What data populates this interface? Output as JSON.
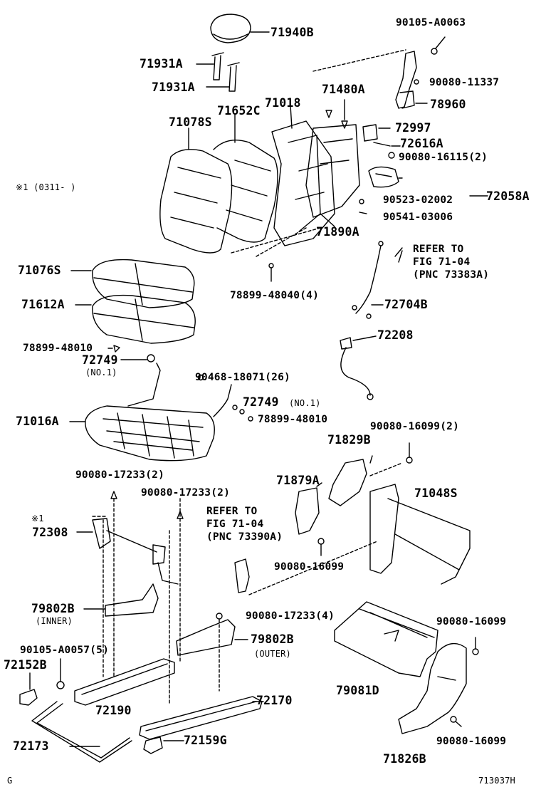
{
  "diagram": {
    "parts": {
      "p71940B": "71940B",
      "p71931A_1": "71931A",
      "p71931A_2": "71931A",
      "p90105A0063": "90105-A0063",
      "p90080_11337": "90080-11337",
      "p78960": "78960",
      "p71480A": "71480A",
      "p71018": "71018",
      "p71652C": "71652C",
      "p71078S": "71078S",
      "p72997": "72997",
      "p72616A": "72616A",
      "p90080_16115": "90080-16115(2)",
      "p90523_02002": "90523-02002",
      "p72058A": "72058A",
      "p90541_03006": "90541-03006",
      "p71890A": "71890A",
      "note1": "※1 (0311-   )",
      "refer1_a": "REFER TO",
      "refer1_b": "FIG 71-04",
      "refer1_c": "(PNC 73383A)",
      "p71076S": "71076S",
      "p78899_48040": "78899-48040(4)",
      "p71612A": "71612A",
      "p72704B": "72704B",
      "p72208": "72208",
      "p78899_48010a": "78899-48010",
      "p72749a": "72749",
      "p72749a_sub": "(NO.1)",
      "p90468_18071": "90468-18071(26)",
      "p72749b": "72749",
      "p72749b_sub": "(NO.1)",
      "p78899_48010b": "78899-48010",
      "p71016A": "71016A",
      "p90080_16099_2": "90080-16099(2)",
      "p71829B": "71829B",
      "p90080_17233_2a": "90080-17233(2)",
      "p90080_17233_2b": "90080-17233(2)",
      "p71879A": "71879A",
      "p71048S": "71048S",
      "note2": "※1",
      "refer2_a": "REFER TO",
      "refer2_b": "FIG 71-04",
      "refer2_c": "(PNC 73390A)",
      "p72308": "72308",
      "p90080_16099a": "90080-16099",
      "p79802B_a": "79802B",
      "p79802B_a_sub": "(INNER)",
      "p90080_17233_4": "90080-17233(4)",
      "p90080_16099b": "90080-16099",
      "p79802B_b": "79802B",
      "p79802B_b_sub": "(OUTER)",
      "p90105A0057": "90105-A0057(5)",
      "p72152B": "72152B",
      "p79081D": "79081D",
      "p72190": "72190",
      "p72170": "72170",
      "p90080_16099c": "90080-16099",
      "p72173": "72173",
      "p72159G": "72159G",
      "p71826B": "71826B",
      "footer_left": "G",
      "footer_right": "713037H"
    }
  }
}
